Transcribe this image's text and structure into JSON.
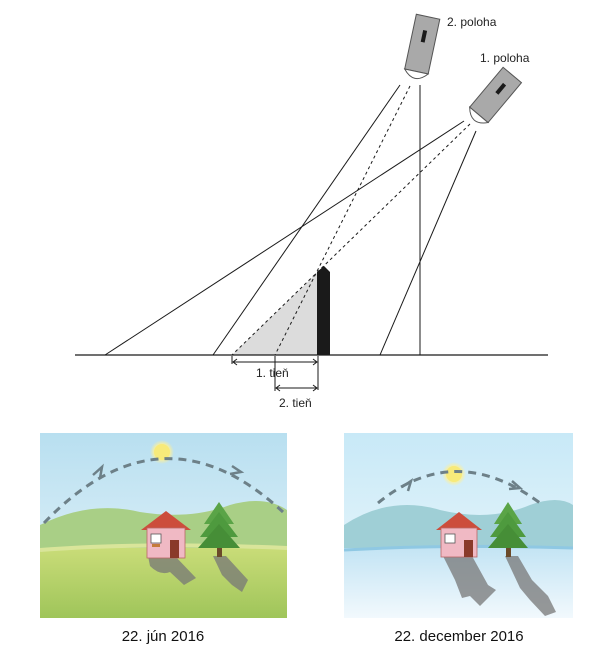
{
  "diagram": {
    "lamp_labels": {
      "position_2": "2. poloha",
      "position_1": "1. poloha"
    },
    "shadow_labels": {
      "shadow_1": "1. tieň",
      "shadow_2": "2. tieň"
    }
  },
  "panels": [
    {
      "caption": "22. jún 2016"
    },
    {
      "caption": "22. december 2016"
    }
  ],
  "colors": {
    "line": "#1a1a1a",
    "pole": "#1a1a1a",
    "shadow_fill": "#dcdcdc",
    "lamp_body": "#a9a9a9",
    "sun": "#f6e98a",
    "summer_sky": "#c5e4f0",
    "summer_ground": "#a8cc62",
    "winter_sky": "#d7eef8",
    "winter_ground": "#e4f2fb",
    "house_wall": "#f0b9c4",
    "house_roof": "#cc4d3c",
    "tree": "#4e9a3e",
    "arc": "#6d8088"
  }
}
